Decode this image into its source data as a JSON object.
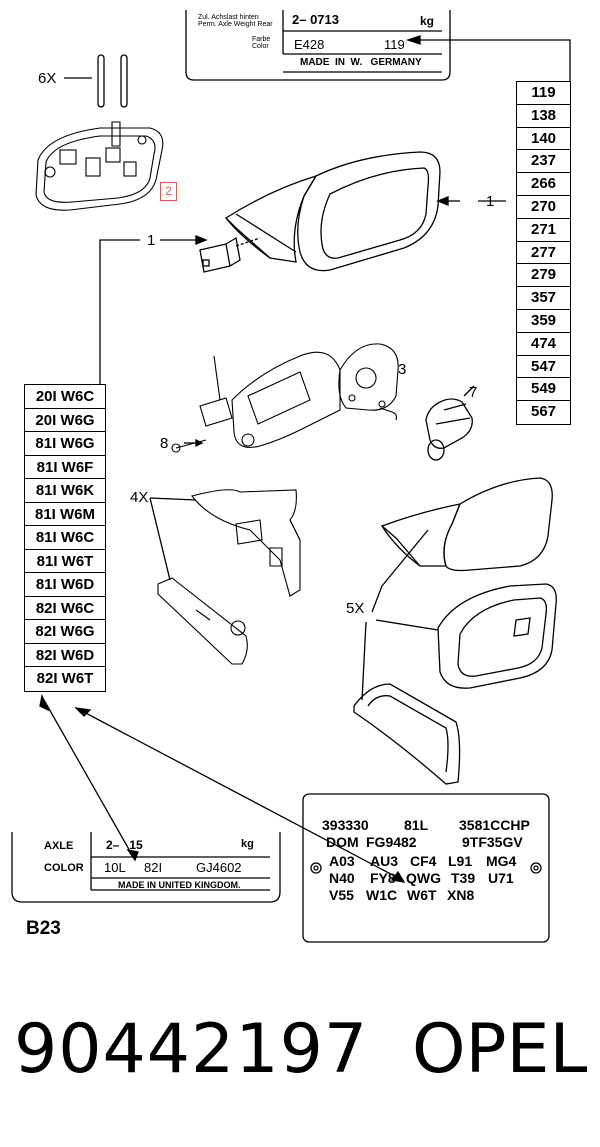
{
  "top_plate": {
    "label_axle_de": "Zul. Achslast hinten",
    "label_axle_en": "Perm. Axle Weight Rear",
    "label_color_de": "Farbe",
    "label_color_en": "Color",
    "axle_value": "2–  0713",
    "unit": "kg",
    "color_code": "E428",
    "color_number": "119",
    "made_in": "MADE  IN  W.   GERMANY"
  },
  "right_codes": [
    "119",
    "138",
    "140",
    "237",
    "266",
    "270",
    "271",
    "277",
    "279",
    "357",
    "359",
    "474",
    "547",
    "549",
    "567"
  ],
  "left_codes": [
    "20I W6C",
    "20I W6G",
    "81I W6G",
    "81I W6F",
    "81I W6K",
    "81I W6M",
    "81I W6C",
    "81I W6T",
    "81I W6D",
    "82I W6C",
    "82I W6G",
    "82I W6D",
    "82I W6T"
  ],
  "callouts": {
    "screws_qty": "6X",
    "mirror_glass": "1",
    "connector": "1",
    "motor": "3",
    "bulb": "7",
    "screw": "8",
    "housing_qty": "4X",
    "covers_qty": "5X",
    "ref_number": "2"
  },
  "bottom_plate": {
    "axle_label": "AXLE",
    "color_label": "COLOR",
    "axle_value": "2–   15",
    "unit": "kg",
    "color_code_1": "10L",
    "color_code_2": "82I",
    "color_code_3": "GJ4602",
    "made_in": "MADE IN UNITED KINGDOM."
  },
  "vin_plate": {
    "rows": [
      [
        "393330",
        "81L",
        "3581CCHP"
      ],
      [
        "DOM",
        "FG9482",
        "9TF35GV"
      ],
      [
        "A03",
        "AU3",
        "CF4",
        "L91",
        "MG4"
      ],
      [
        "N40",
        "FY8",
        "QWG",
        "T39",
        "U71"
      ],
      [
        "V55",
        "W1C",
        "W6T",
        "XN8"
      ]
    ]
  },
  "variant_label": "B23",
  "part_number": "90442197",
  "brand": "OPEL"
}
